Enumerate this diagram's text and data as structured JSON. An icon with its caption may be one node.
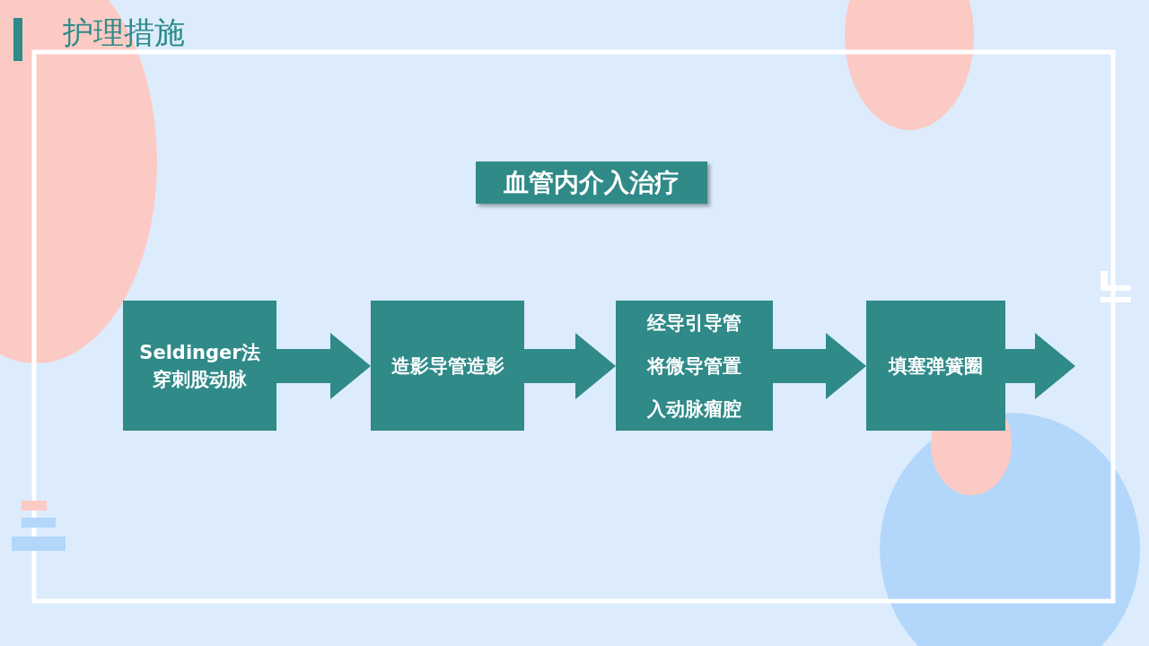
{
  "diagram": {
    "title": "护理措施",
    "nodes": [
      {
        "text": [
          "血管内介入治疗"
        ]
      },
      {
        "text": [
          "Seldinger法穿刺股动脉"
        ]
      },
      {
        "text": [
          "造影导管造影"
        ]
      },
      {
        "text": [
          "经导引导管将微导管置入动脉瘤腔"
        ]
      },
      {
        "text": [
          "填塞弹簧圈"
        ]
      }
    ],
    "edges": [
      {
        "from": 1,
        "to": 2,
        "arrow": "to"
      },
      {
        "from": 2,
        "to": 3,
        "arrow": "to"
      },
      {
        "from": 3,
        "to": 4,
        "arrow": "to"
      },
      {
        "from": 4,
        "to": null,
        "arrow": "to"
      }
    ]
  }
}
